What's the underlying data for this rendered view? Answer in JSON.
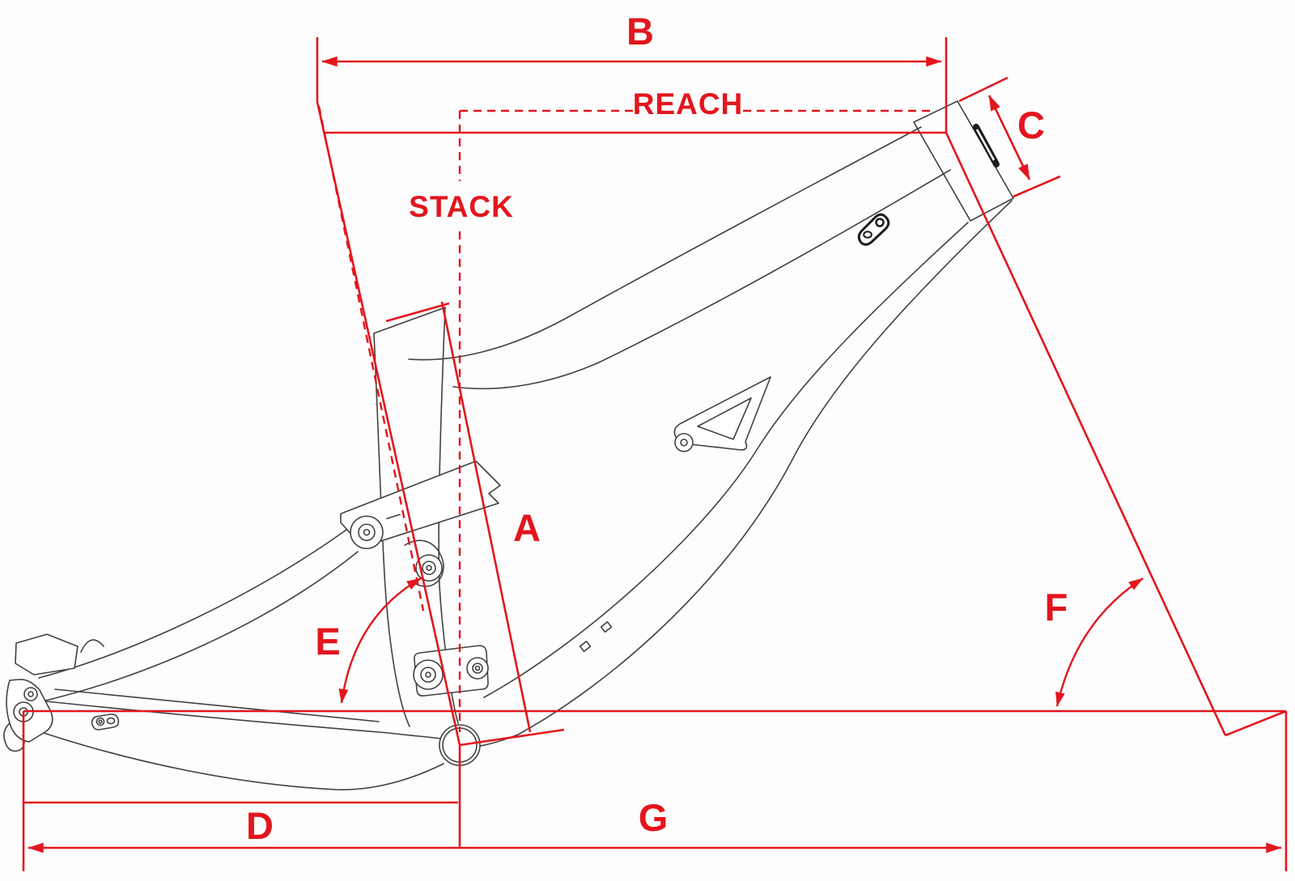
{
  "diagram": {
    "type": "bicycle-frame-geometry-diagram",
    "labels": {
      "a": "A",
      "b": "B",
      "c": "C",
      "d": "D",
      "e": "E",
      "f": "F",
      "g": "G",
      "reach": "REACH",
      "stack": "STACK"
    },
    "colors": {
      "annotation_red": "#e3151d",
      "frame_line_gray": "#414141",
      "background": "#fdfdfd"
    },
    "dimensions_depicted": [
      {
        "id": "A",
        "meaning_shown_as": "line along seat tube from bottom bracket to seat tube top"
      },
      {
        "id": "B",
        "meaning_shown_as": "horizontal span from seat tube axis to head tube top"
      },
      {
        "id": "C",
        "meaning_shown_as": "length along head tube axis"
      },
      {
        "id": "D",
        "meaning_shown_as": "horizontal span rear axle to bottom bracket"
      },
      {
        "id": "E",
        "meaning_shown_as": "angle arc between seat tube line and horizontal axle line"
      },
      {
        "id": "F",
        "meaning_shown_as": "angle arc between steering axis line and horizontal axle line"
      },
      {
        "id": "G",
        "meaning_shown_as": "horizontal span rear axle to front axle"
      },
      {
        "id": "REACH",
        "meaning_shown_as": "dashed horizontal line to head tube top"
      },
      {
        "id": "STACK",
        "meaning_shown_as": "dashed vertical line from bottom bracket"
      }
    ]
  }
}
